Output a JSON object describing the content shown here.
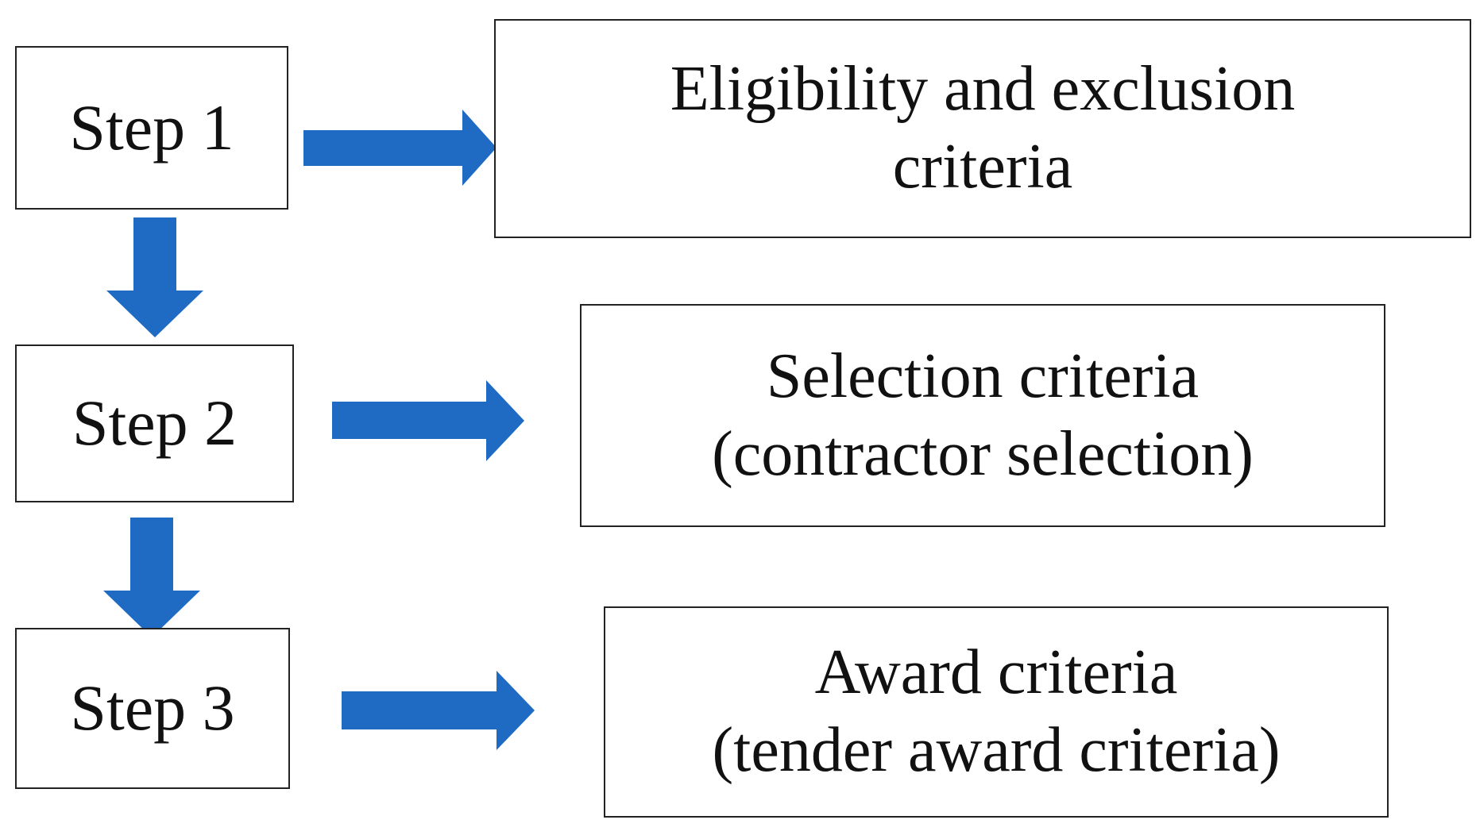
{
  "colors": {
    "arrow": "#1f6bc4",
    "border": "#222222",
    "text": "#111111",
    "background": "#ffffff"
  },
  "steps": [
    {
      "label": "Step 1"
    },
    {
      "label": "Step 2"
    },
    {
      "label": "Step 3"
    }
  ],
  "criteria": [
    {
      "lines": [
        "Eligibility and exclusion",
        "criteria"
      ]
    },
    {
      "lines": [
        "Selection criteria",
        "(contractor selection)"
      ]
    },
    {
      "lines": [
        "Award criteria",
        "(tender award criteria)"
      ]
    }
  ]
}
